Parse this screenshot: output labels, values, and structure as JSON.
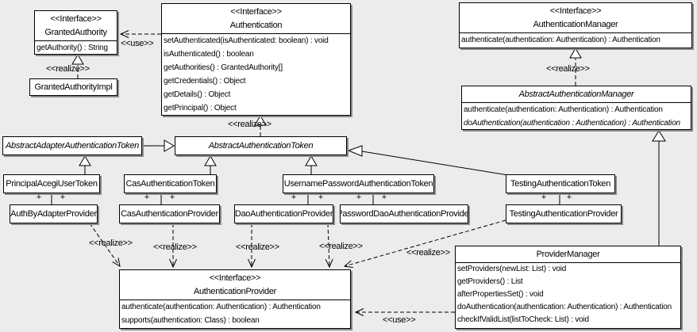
{
  "diagram": {
    "background": "#ececec",
    "box_fill": "#ffffff",
    "border_color": "#000000",
    "shadow_color": "#8a8a8a"
  },
  "labels": {
    "use": "<<use>>",
    "realize": "<<realize>>",
    "plus": "+"
  },
  "classes": {
    "granted_authority": {
      "stereotype": "<<Interface>>",
      "name": "GrantedAuthority",
      "methods": [
        "getAuthority() : String"
      ]
    },
    "granted_authority_impl": {
      "name": "GrantedAuthorityImpl"
    },
    "authentication": {
      "stereotype": "<<Interface>>",
      "name": "Authentication",
      "methods": [
        "setAuthenticated(isAuthenticated: boolean) : void",
        "isAuthenticated() : boolean",
        "getAuthorities() : GrantedAuthority[]",
        "getCredentials() : Object",
        "getDetails() : Object",
        "getPrincipal() : Object"
      ]
    },
    "authentication_manager": {
      "stereotype": "<<Interface>>",
      "name": "AuthenticationManager",
      "methods": [
        "authenticate(authentication: Authentication) : Authentication"
      ]
    },
    "abstract_authentication_manager": {
      "name": "AbstractAuthenticationManager",
      "abstract": true,
      "methods": [
        "authenticate(authentication: Authentication) : Authentication",
        "doAuthentication(authentication : Authentication) : Authentication"
      ]
    },
    "abstract_adapter_authentication_token": {
      "name": "AbstractAdapterAuthenticationToken",
      "abstract": true
    },
    "abstract_authentication_token": {
      "name": "AbstractAuthenticationToken",
      "abstract": true
    },
    "principal_acegi_user_token": {
      "name": "PrincipalAcegiUserToken"
    },
    "cas_authentication_token": {
      "name": "CasAuthenticationToken"
    },
    "username_password_authentication_token": {
      "name": "UsernamePasswordAuthenticationToken"
    },
    "testing_authentication_token": {
      "name": "TestingAuthenticationToken"
    },
    "auth_by_adapter_provider": {
      "name": "AuthByAdapterProvider"
    },
    "cas_authentication_provider": {
      "name": "CasAuthenticationProvider"
    },
    "dao_authentication_provider": {
      "name": "DaoAuthenticationProvider"
    },
    "password_dao_authentication_provider": {
      "name": "PasswordDaoAuthenticationProvider"
    },
    "testing_authentication_provider": {
      "name": "TestingAuthenticationProvider"
    },
    "authentication_provider": {
      "stereotype": "<<Interface>>",
      "name": "AuthenticationProvider",
      "methods": [
        "authenticate(authentication: Authentication) : Authentication",
        "supports(authentication: Class) : boolean"
      ]
    },
    "provider_manager": {
      "name": "ProviderManager",
      "methods": [
        "setProviders(newList: List) : void",
        "getProviders() : List",
        "afterPropertiesSet() : void",
        "doAuthentication(authentication: Authentication) : Authentication",
        "checkIfValidList(listToCheck: List) : void"
      ]
    }
  }
}
